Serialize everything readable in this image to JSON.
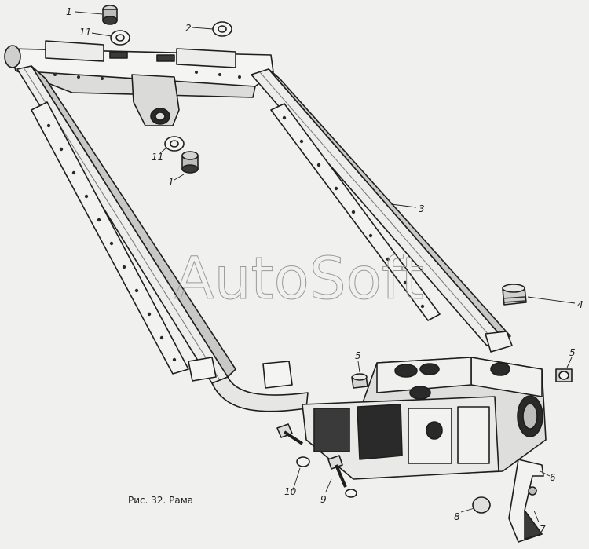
{
  "diagram": {
    "caption": "Рис. 32. Рама",
    "watermark": "AutoSoft",
    "callouts": [
      {
        "id": "c1a",
        "label": "1"
      },
      {
        "id": "c11a",
        "label": "11"
      },
      {
        "id": "c2",
        "label": "2"
      },
      {
        "id": "c11b",
        "label": "11"
      },
      {
        "id": "c1b",
        "label": "1"
      },
      {
        "id": "c3",
        "label": "3"
      },
      {
        "id": "c4",
        "label": "4"
      },
      {
        "id": "c5a",
        "label": "5"
      },
      {
        "id": "c5b",
        "label": "5"
      },
      {
        "id": "c6",
        "label": "6"
      },
      {
        "id": "c7",
        "label": "7"
      },
      {
        "id": "c8",
        "label": "8"
      },
      {
        "id": "c9",
        "label": "9"
      },
      {
        "id": "c10",
        "label": "10"
      }
    ]
  },
  "colors": {
    "background": "#f0f0ee",
    "ink": "#1e1e1e",
    "shade": "#555555"
  }
}
